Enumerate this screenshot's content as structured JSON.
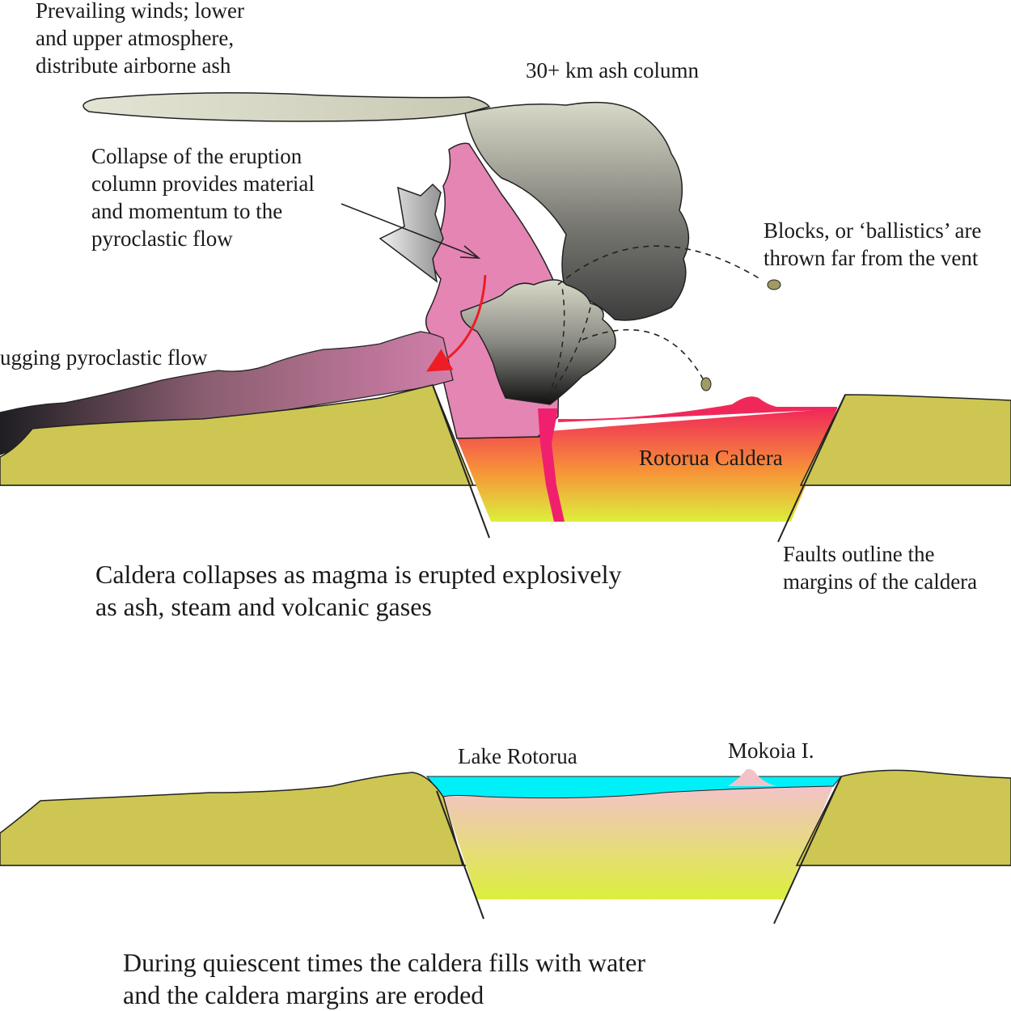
{
  "diagram": {
    "eruption": {
      "winds_label": [
        "Prevailing winds; lower",
        "and upper atmosphere,",
        "distribute airborne ash"
      ],
      "ash_column_label": "30+ km ash column",
      "collapse_label": [
        "Collapse of the eruption",
        "column provides material",
        "and momentum to the",
        "pyroclastic flow"
      ],
      "ballistics_label": [
        "Blocks, or ‘ballistics’ are",
        "thrown far from the vent"
      ],
      "flow_label": "ugging pyroclastic flow",
      "caldera_name": "Rotorua Caldera",
      "faults_label": [
        "Faults outline the",
        "margins of the caldera"
      ],
      "caption": [
        "Caldera collapses as magma is erupted explosively",
        "as ash, steam and volcanic gases"
      ]
    },
    "quiescent": {
      "lake_label": "Lake Rotorua",
      "island_label": "Mokoia I.",
      "caption": [
        "During quiescent times the caldera fills with water",
        "and the caldera margins are eroded"
      ]
    },
    "colors": {
      "land": "#cdc653",
      "magma_top": "#f0285a",
      "magma_mid": "#f79238",
      "magma_bottom": "#dcef3d",
      "conduit": "#f0206e",
      "lake": "#00f0f8",
      "sediment_top": "#f3c2c9",
      "sediment_bottom": "#dcef3d",
      "column_collapse": "#e585b4",
      "ash_dark": "#2a2a2a",
      "ash_light": "#d9d9c8",
      "arrow_red": "#ee1c25"
    }
  }
}
